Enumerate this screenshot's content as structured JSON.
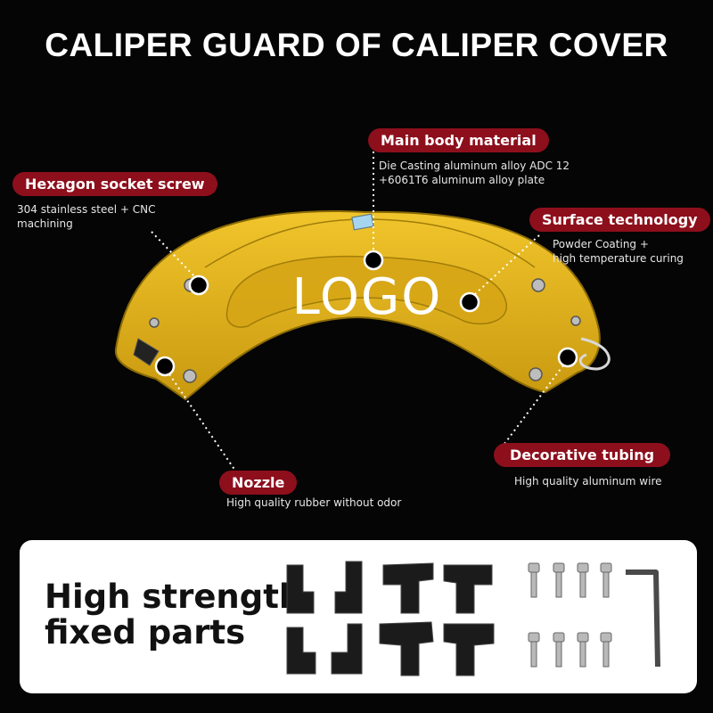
{
  "title": "CALIPER GUARD OF CALIPER COVER",
  "logo_text": "LOGO",
  "callouts": [
    {
      "label": "Main body material",
      "desc": [
        "Die Casting aluminum alloy ADC 12",
        "+6061T6 aluminum alloy plate"
      ]
    },
    {
      "label": "Hexagon socket screw",
      "desc": [
        "304 stainless steel + CNC",
        "machining"
      ]
    },
    {
      "label": "Surface technology",
      "desc": [
        "Powder Coating +",
        "high temperature curing"
      ]
    },
    {
      "label": "Decorative tubing",
      "desc": [
        "High quality aluminum wire"
      ]
    },
    {
      "label": "Nozzle",
      "desc": [
        "High quality rubber without odor"
      ]
    }
  ],
  "parts_panel": {
    "line1": "High strength",
    "line2": "fixed parts"
  },
  "colors": {
    "background": "#050505",
    "tag": "#8d0f1c",
    "caliper": "#e2b21a",
    "panel": "#ffffff"
  }
}
